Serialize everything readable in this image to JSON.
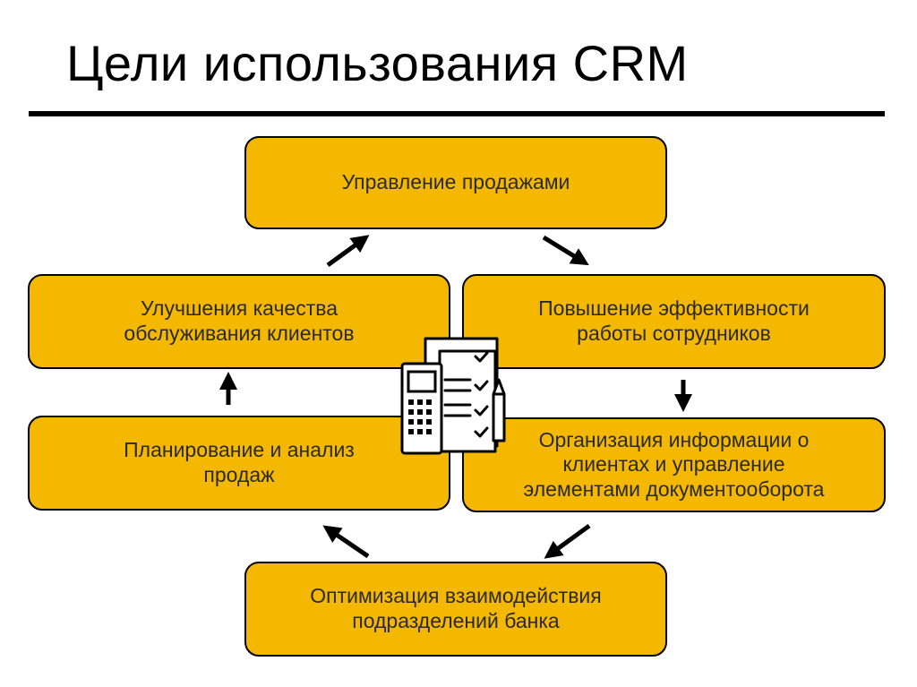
{
  "title": "Цели использования CRM",
  "boxes": {
    "sales_management": "Управление продажами",
    "employee_efficiency": [
      "Повышение эффективности",
      "работы сотрудников"
    ],
    "client_info": [
      "Организация информации о",
      "клиентах и управление",
      "элементами документооборота"
    ],
    "bank_interaction": [
      "Оптимизация взаимодействия",
      "подразделений банка"
    ],
    "sales_planning": [
      "Планирование и анализ",
      "продаж"
    ],
    "service_quality": [
      "Улучшения качества",
      "обслуживания клиентов"
    ]
  },
  "colors": {
    "box_fill": "#f5b800",
    "border": "#000000",
    "text": "#2a2a2a"
  },
  "icons": [
    "documents-checklist-icon",
    "calculator-icon",
    "pen-icon"
  ]
}
